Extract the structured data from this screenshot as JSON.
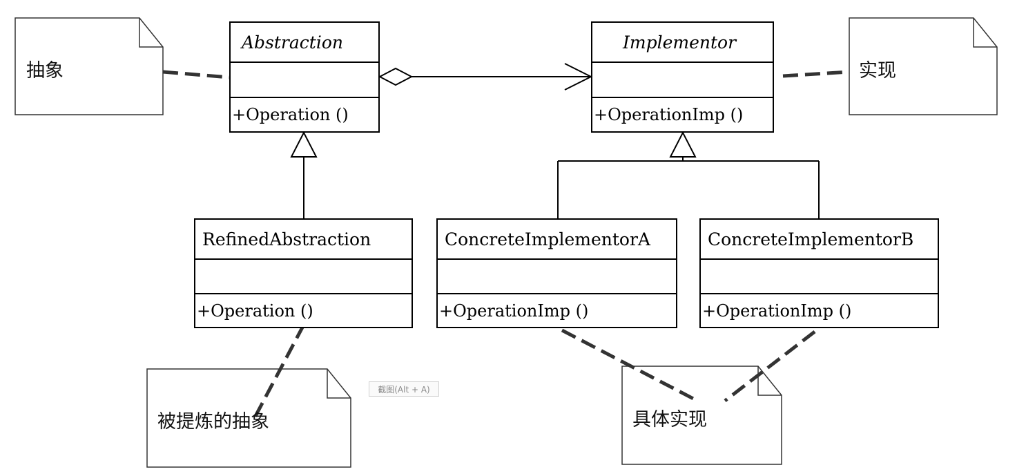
{
  "classes": {
    "abstraction": {
      "name": "Abstraction",
      "operation": "+Operation ()"
    },
    "implementor": {
      "name": "Implementor",
      "operation": "+OperationImp ()"
    },
    "refined": {
      "name": "RefinedAbstraction",
      "operation": "+Operation ()"
    },
    "concrete_a": {
      "name": "ConcreteImplementorA",
      "operation": "+OperationImp ()"
    },
    "concrete_b": {
      "name": "ConcreteImplementorB",
      "operation": "+OperationImp ()"
    }
  },
  "notes": {
    "abstraction_note": "抽象",
    "implementor_note": "实现",
    "refined_note": "被提炼的抽象",
    "concrete_note": "具体实现"
  },
  "tooltip": "截图(Alt + A)"
}
